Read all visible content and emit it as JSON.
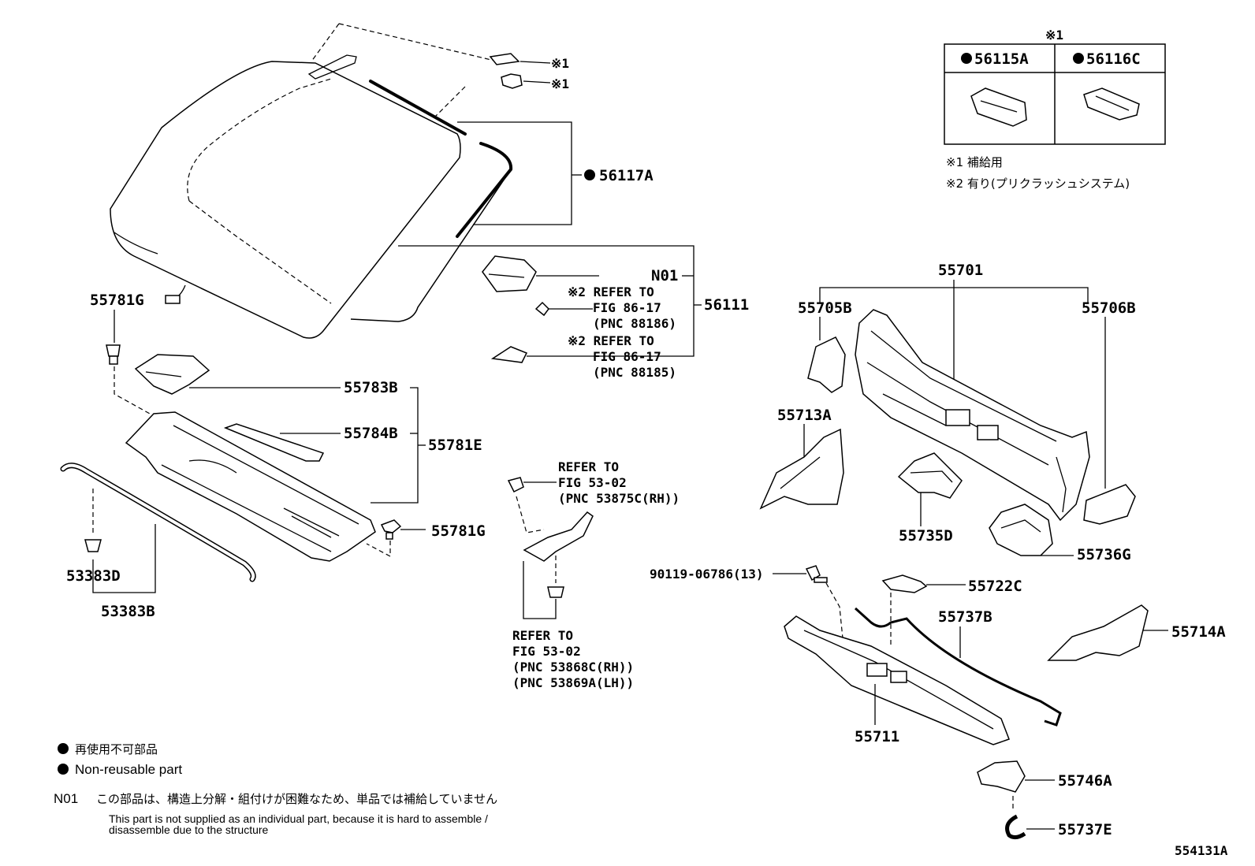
{
  "figure_id": "554131A",
  "parts": {
    "p56117A": "56117A",
    "pN01": "N01",
    "p56111": "56111",
    "p55781G_top": "55781G",
    "p55783B": "55783B",
    "p55784B": "55784B",
    "p55781E": "55781E",
    "p55781G_mid": "55781G",
    "p53383D": "53383D",
    "p53383B": "53383B",
    "p55701": "55701",
    "p55705B": "55705B",
    "p55706B": "55706B",
    "p55713A": "55713A",
    "p55735D": "55735D",
    "p55736G": "55736G",
    "p90119": "90119-06786(13)",
    "p55722C": "55722C",
    "p55737B": "55737B",
    "p55714A": "55714A",
    "p55711": "55711",
    "p55746A": "55746A",
    "p55737E": "55737E"
  },
  "notes": {
    "mark1_a": "※1",
    "mark1_b": "※1",
    "refer1_l1": "※2 REFER TO",
    "refer1_l2": "FIG 86-17",
    "refer1_l3": "(PNC 88186)",
    "refer2_l1": "※2 REFER TO",
    "refer2_l2": "FIG 86-17",
    "refer2_l3": "(PNC 88185)",
    "refer3_l1": "REFER TO",
    "refer3_l2": "FIG 53-02",
    "refer3_l3": "(PNC 53875C(RH))",
    "refer4_l1": "REFER TO",
    "refer4_l2": "FIG 53-02",
    "refer4_l3": "(PNC 53868C(RH))",
    "refer4_l4": "(PNC 53869A(LH))"
  },
  "inset": {
    "header_mark": "※1",
    "col1": "56115A",
    "col2": "56116C",
    "note1": "※1 補給用",
    "note2": "※2 有り(プリクラッシュシステム)"
  },
  "legend": {
    "jp": "再使用不可部品",
    "en": "Non-reusable part",
    "n01_code": "N01",
    "n01_jp": "この部品は、構造上分解・組付けが困難なため、単品では補給していません",
    "n01_en1": "This part is not supplied as an individual part, because it is hard to assemble /",
    "n01_en2": "disassemble due to the structure"
  }
}
